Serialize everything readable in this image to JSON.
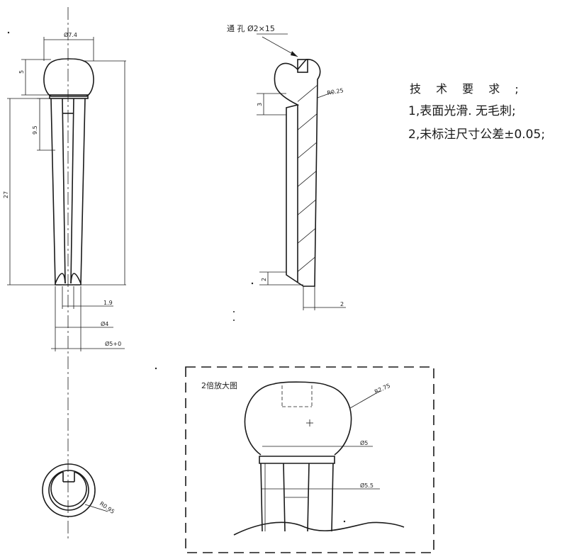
{
  "notes": {
    "title": "技 术 要 求 ;",
    "item1": "1,表面光滑. 无毛刺;",
    "item2": "2,未标注尺寸公差±0.05;"
  },
  "front_view": {
    "dim_top_diameter": "Ø7.4",
    "dim_head_height": "5",
    "dim_groove_length": "9.5",
    "dim_total_length": "27",
    "dim_width_1": "1.9",
    "dim_width_2": "Ø4",
    "dim_width_3": "Ø5+0"
  },
  "section_view": {
    "hole_callout": "通 孔 Ø2×15",
    "dim_radius": "R0.25",
    "dim_height_3": "3",
    "dim_height_2": "2",
    "dim_width_2": "2"
  },
  "bottom_view": {
    "dim_radius": "R0.95"
  },
  "detail_view": {
    "title": "2倍放大图",
    "dim_radius": "R2.75",
    "dim_diameter_1": "Ø5",
    "dim_diameter_2": "Ø5.5"
  }
}
